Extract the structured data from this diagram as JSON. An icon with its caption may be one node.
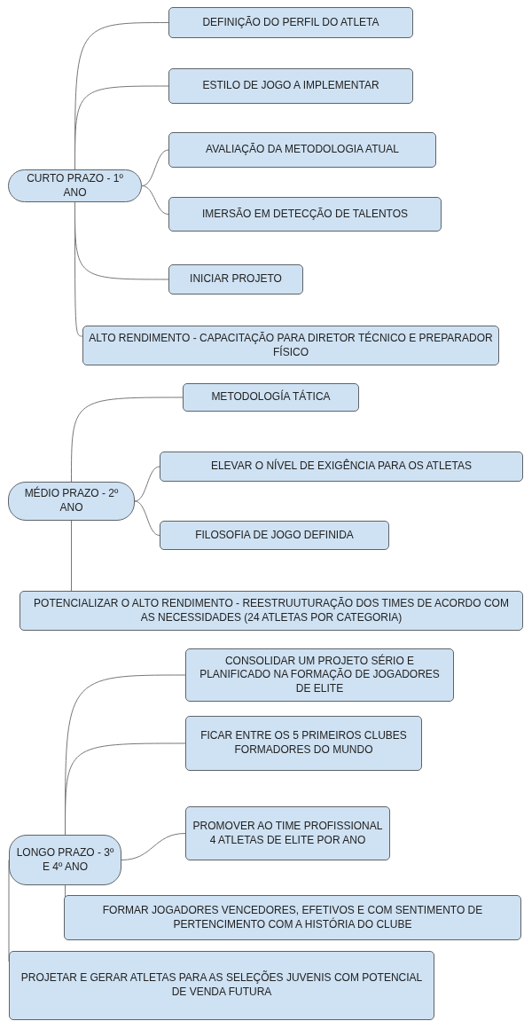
{
  "diagram": {
    "nodes": [
      {
        "text": [
          "CURTO PRAZO - 1º ANO"
        ]
      },
      {
        "text": [
          "DEFINIÇÃO DO PERFIL DO ATLETA"
        ]
      },
      {
        "text": [
          "ESTILO DE JOGO A IMPLEMENTAR"
        ]
      },
      {
        "text": [
          "AVALIAÇÃO DA METODOLOGIA ATUAL"
        ]
      },
      {
        "text": [
          "IMERSÃO EM DETECÇÃO DE TALENTOS"
        ]
      },
      {
        "text": [
          "INICIAR PROJETO"
        ]
      },
      {
        "text": [
          "ALTO RENDIMENTO - CAPACITAÇÃO PARA DIRETOR TÉCNICO E PREPARADOR FÍSICO"
        ]
      },
      {
        "text": [
          "MÉDIO PRAZO - 2º ANO"
        ]
      },
      {
        "text": [
          "METODOLOGÍA TÁTICA"
        ]
      },
      {
        "text": [
          "ELEVAR O NÍVEL DE EXIGÊNCIA PARA OS ATLETAS"
        ]
      },
      {
        "text": [
          "FILOSOFIA DE JOGO DEFINIDA"
        ]
      },
      {
        "text": [
          "POTENCIALIZAR O ALTO RENDIMENTO - REESTRUUTURAÇÃO DOS TIMES DE ACORDO COM AS NECESSIDADES (24 ATLETAS POR CATEGORIA)"
        ]
      },
      {
        "text": [
          "LONGO PRAZO - 3º E 4º ANO"
        ]
      },
      {
        "text": [
          "CONSOLIDAR UM PROJETO SÉRIO E PLANIFICADO NA FORMAÇÃO DE JOGADORES DE ELITE"
        ]
      },
      {
        "text": [
          "FICAR ENTRE OS 5 PRIMEIROS CLUBES FORMADORES DO MUNDO"
        ]
      },
      {
        "text": [
          "PROMOVER AO TIME PROFISSIONAL 4 ATLETAS DE ELITE POR ANO"
        ]
      },
      {
        "text": [
          "FORMAR JOGADORES VENCEDORES, EFETIVOS E COM SENTIMENTO DE PERTENCIMENTO COM A HISTÓRIA DO CLUBE"
        ]
      },
      {
        "text": [
          "PROJETAR E GERAR ATLETAS PARA AS SELEÇÕES JUVENIS COM POTENCIAL DE VENDA FUTURA"
        ]
      }
    ],
    "edges": [
      {
        "from": 0,
        "to": 1,
        "arrow": "none"
      },
      {
        "from": 0,
        "to": 2,
        "arrow": "none"
      },
      {
        "from": 0,
        "to": 3,
        "arrow": "none"
      },
      {
        "from": 0,
        "to": 4,
        "arrow": "none"
      },
      {
        "from": 0,
        "to": 5,
        "arrow": "none"
      },
      {
        "from": 0,
        "to": 6,
        "arrow": "none"
      },
      {
        "from": 7,
        "to": 8,
        "arrow": "none"
      },
      {
        "from": 7,
        "to": 9,
        "arrow": "none"
      },
      {
        "from": 7,
        "to": 10,
        "arrow": "none"
      },
      {
        "from": 7,
        "to": 11,
        "arrow": "none"
      },
      {
        "from": 12,
        "to": 13,
        "arrow": "none"
      },
      {
        "from": 12,
        "to": 14,
        "arrow": "none"
      },
      {
        "from": 12,
        "to": 15,
        "arrow": "none"
      },
      {
        "from": 12,
        "to": 16,
        "arrow": "none"
      },
      {
        "from": 12,
        "to": 17,
        "arrow": "none"
      }
    ]
  }
}
